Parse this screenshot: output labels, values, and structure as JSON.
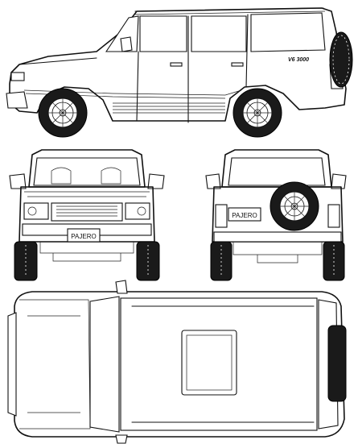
{
  "side_view": {
    "badge_text": "V6 3000"
  },
  "front_view": {
    "plate_text": "PAJERO"
  },
  "rear_view": {
    "plate_text": "PAJERO"
  }
}
